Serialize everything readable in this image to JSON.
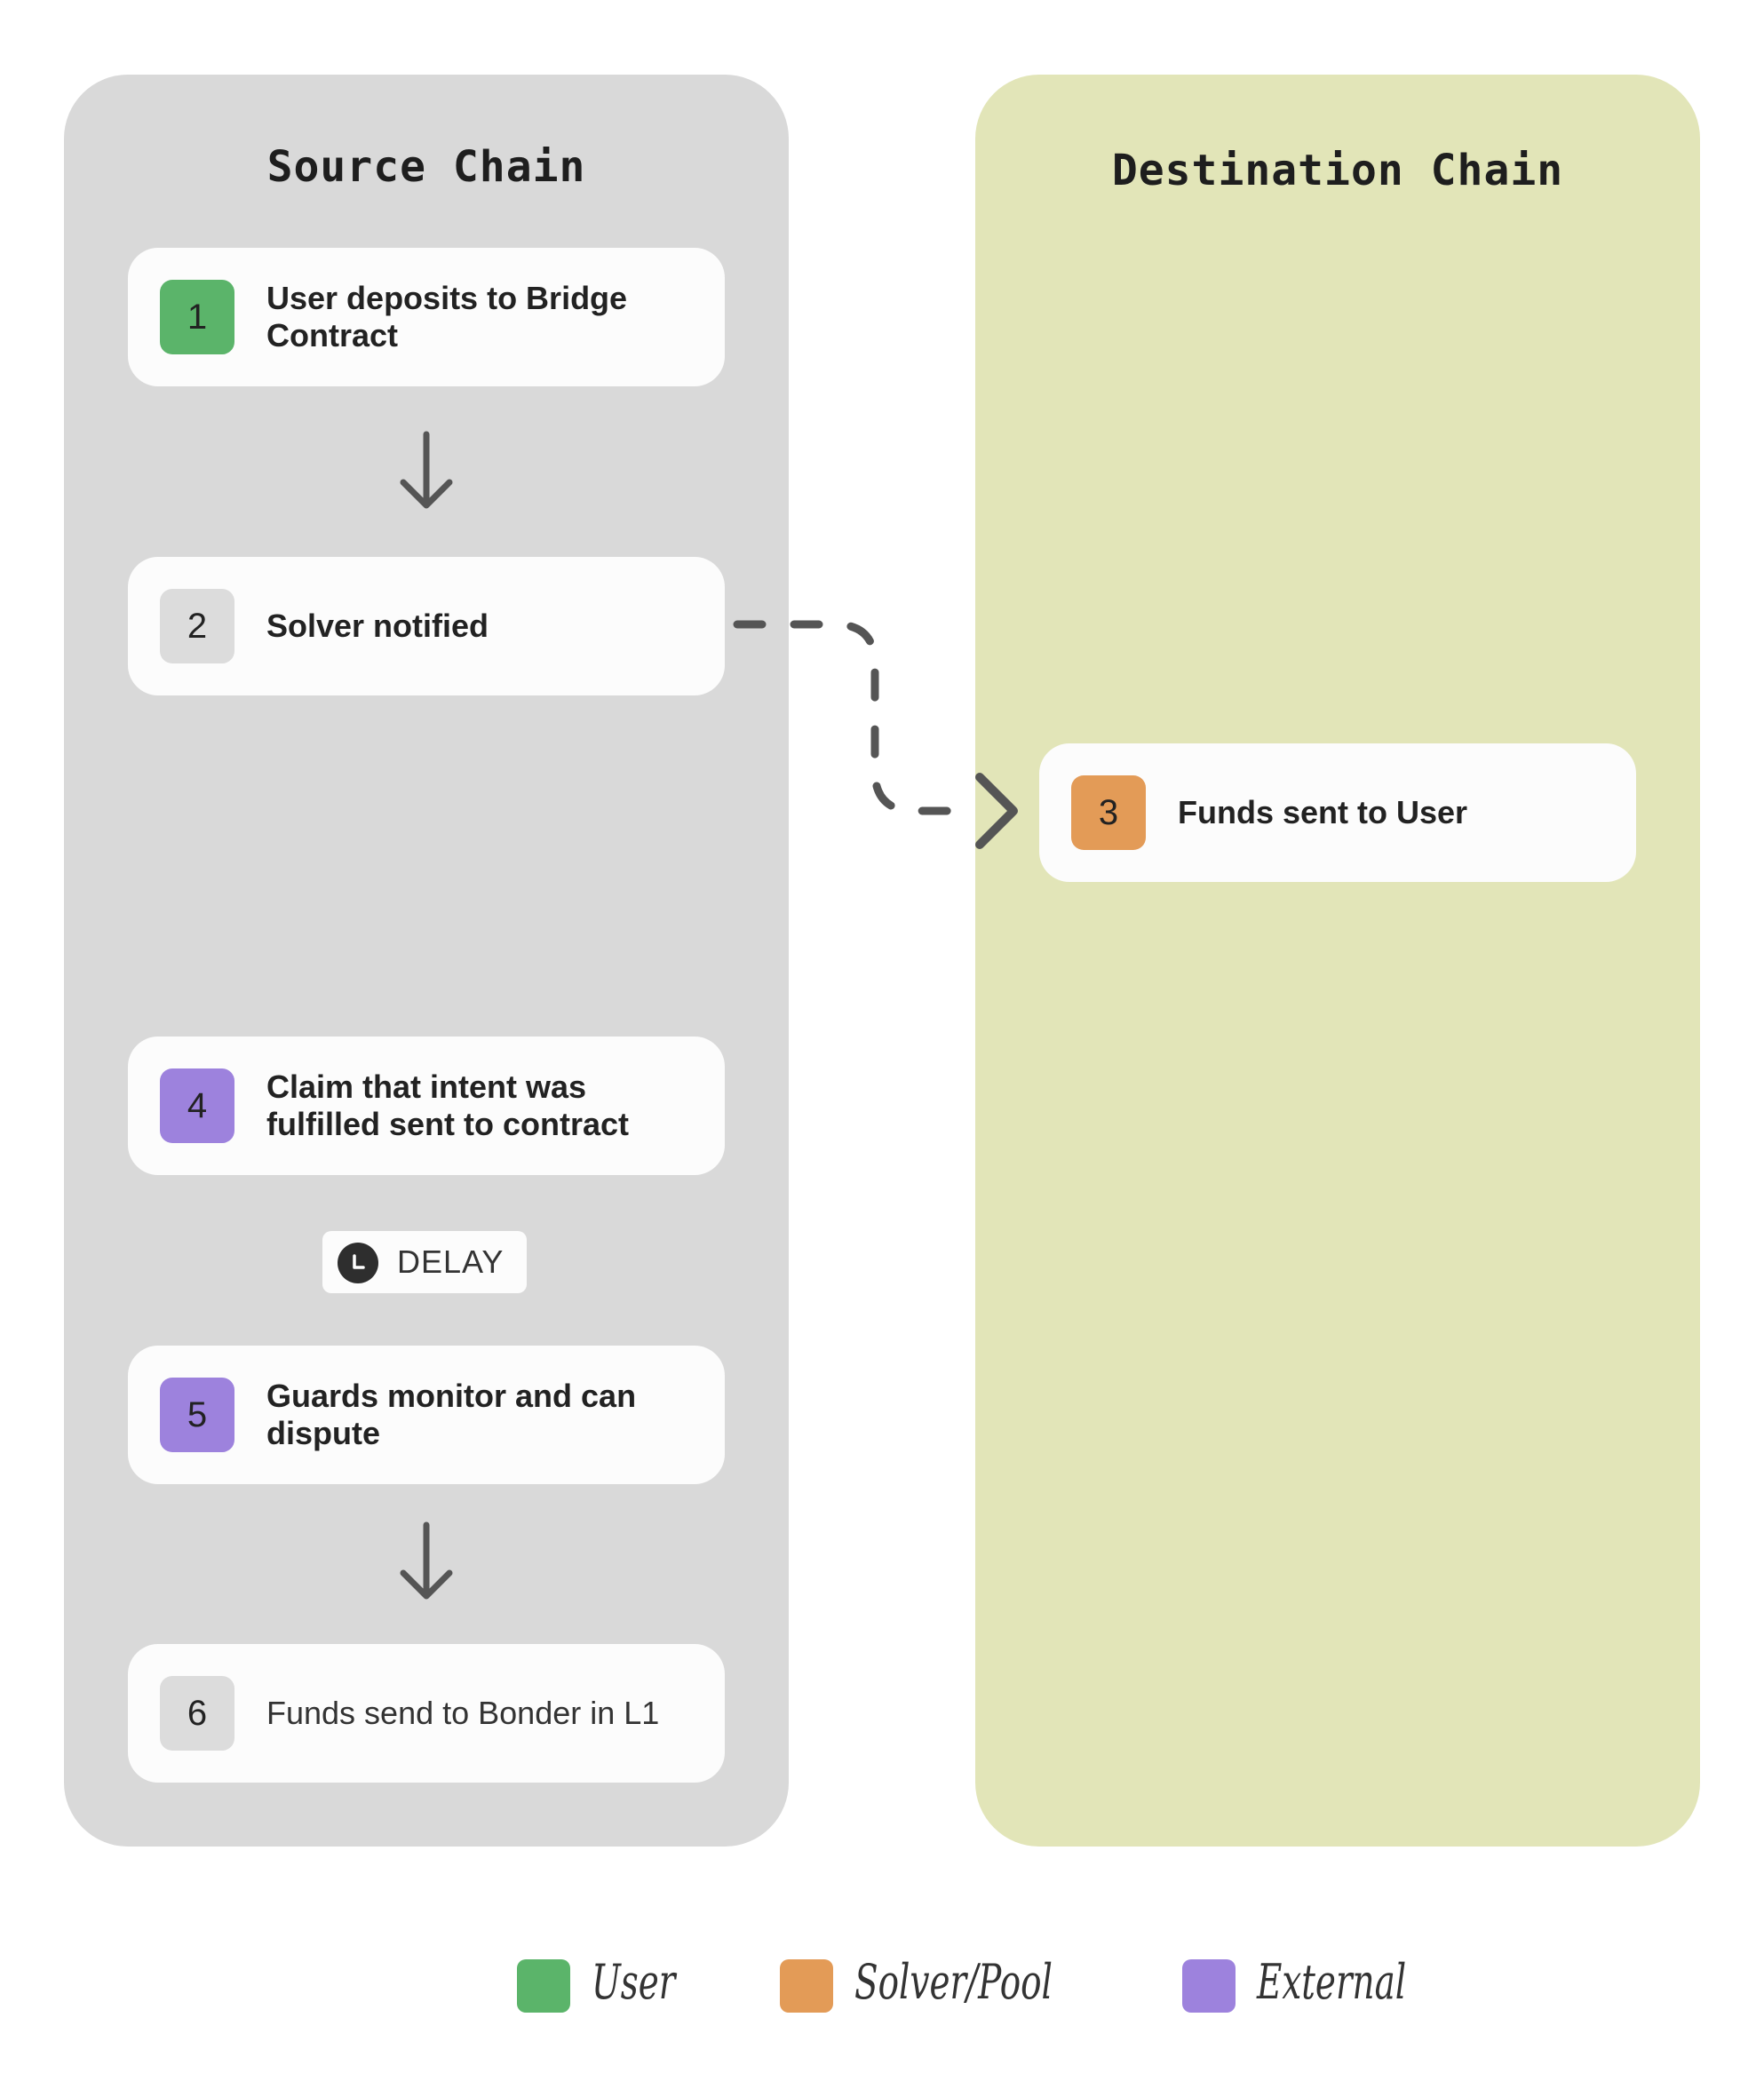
{
  "colors": {
    "user": "#5bb46a",
    "solver_pool": "#e39b57",
    "external": "#9d82dd",
    "neutral": "#dcdcdc",
    "source_bg": "#d9d9d9",
    "destination_bg": "#e2e5b8",
    "connector": "#555555"
  },
  "source_chain": {
    "title": "Source Chain",
    "steps": [
      {
        "number": "1",
        "label": "User deposits to Bridge Contract",
        "role": "user"
      },
      {
        "number": "2",
        "label": "Solver notified",
        "role": "neutral"
      },
      {
        "number": "4",
        "label": "Claim that intent was fulfilled sent to contract",
        "role": "external"
      },
      {
        "number": "5",
        "label": "Guards monitor and can dispute",
        "role": "external"
      },
      {
        "number": "6",
        "label": "Funds send to Bonder in L1",
        "role": "neutral"
      }
    ],
    "delay": {
      "icon": "clock-icon",
      "label": "DELAY"
    }
  },
  "destination_chain": {
    "title": "Destination Chain",
    "steps": [
      {
        "number": "3",
        "label": "Funds sent to User",
        "role": "solver_pool"
      }
    ]
  },
  "legend": [
    {
      "label": "User",
      "role": "user"
    },
    {
      "label": "Solver/Pool",
      "role": "solver_pool"
    },
    {
      "label": "External",
      "role": "external"
    }
  ]
}
